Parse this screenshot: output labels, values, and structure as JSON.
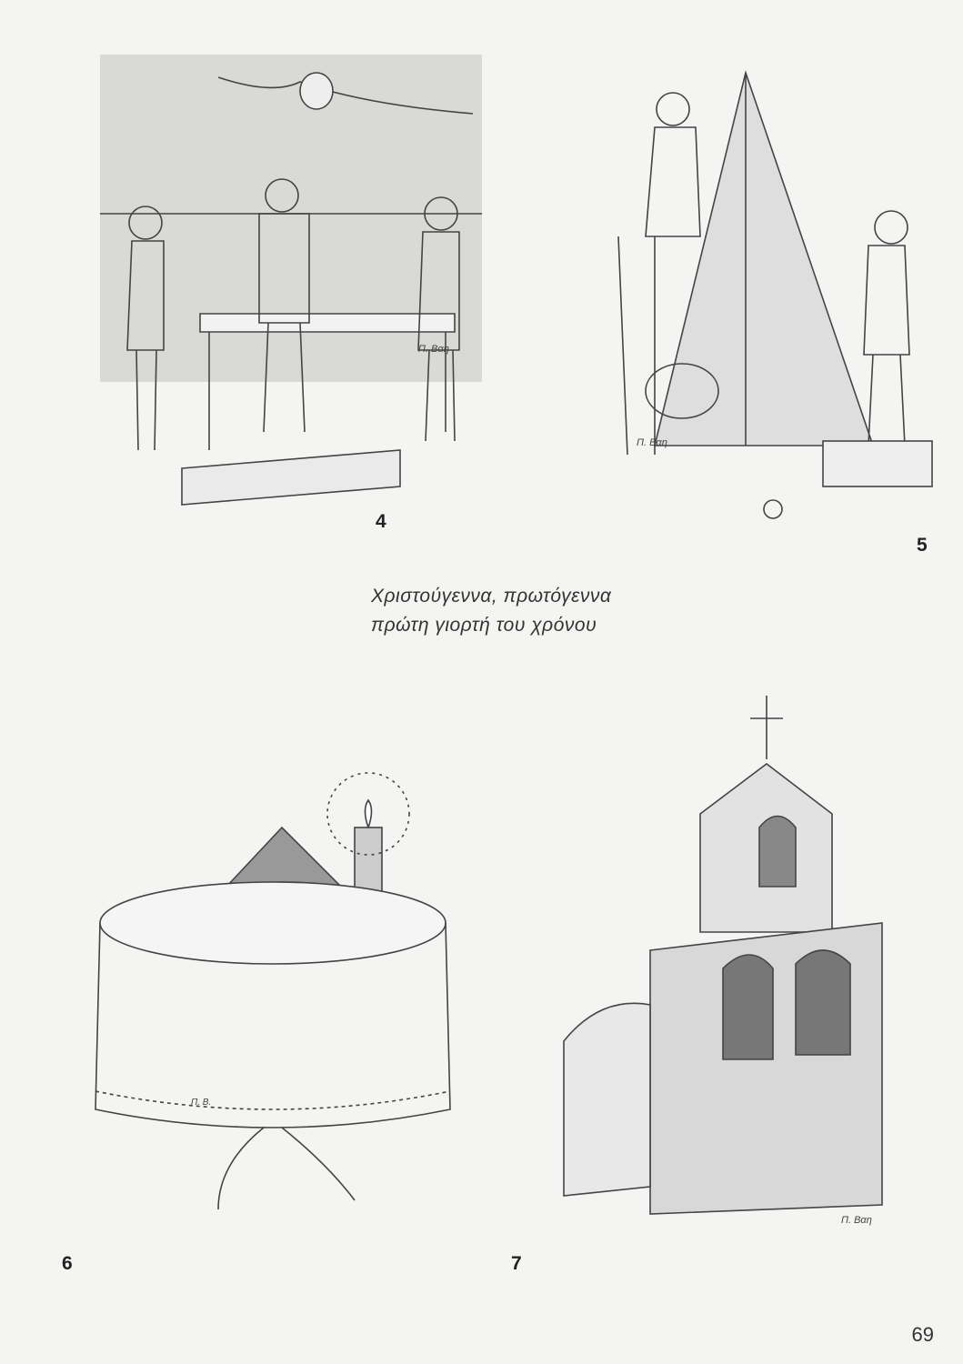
{
  "figures": [
    {
      "number": "4",
      "signature": "Π. Βαη"
    },
    {
      "number": "5",
      "signature": "Π. Βαη"
    },
    {
      "number": "6",
      "signature": "Π. Β."
    },
    {
      "number": "7",
      "signature": "Π. Βαη"
    }
  ],
  "caption": {
    "line1": "Χριστούγεννα, πρωτόγεννα",
    "line2": "πρώτη γιορτή του χρόνου"
  },
  "page_number": "69"
}
